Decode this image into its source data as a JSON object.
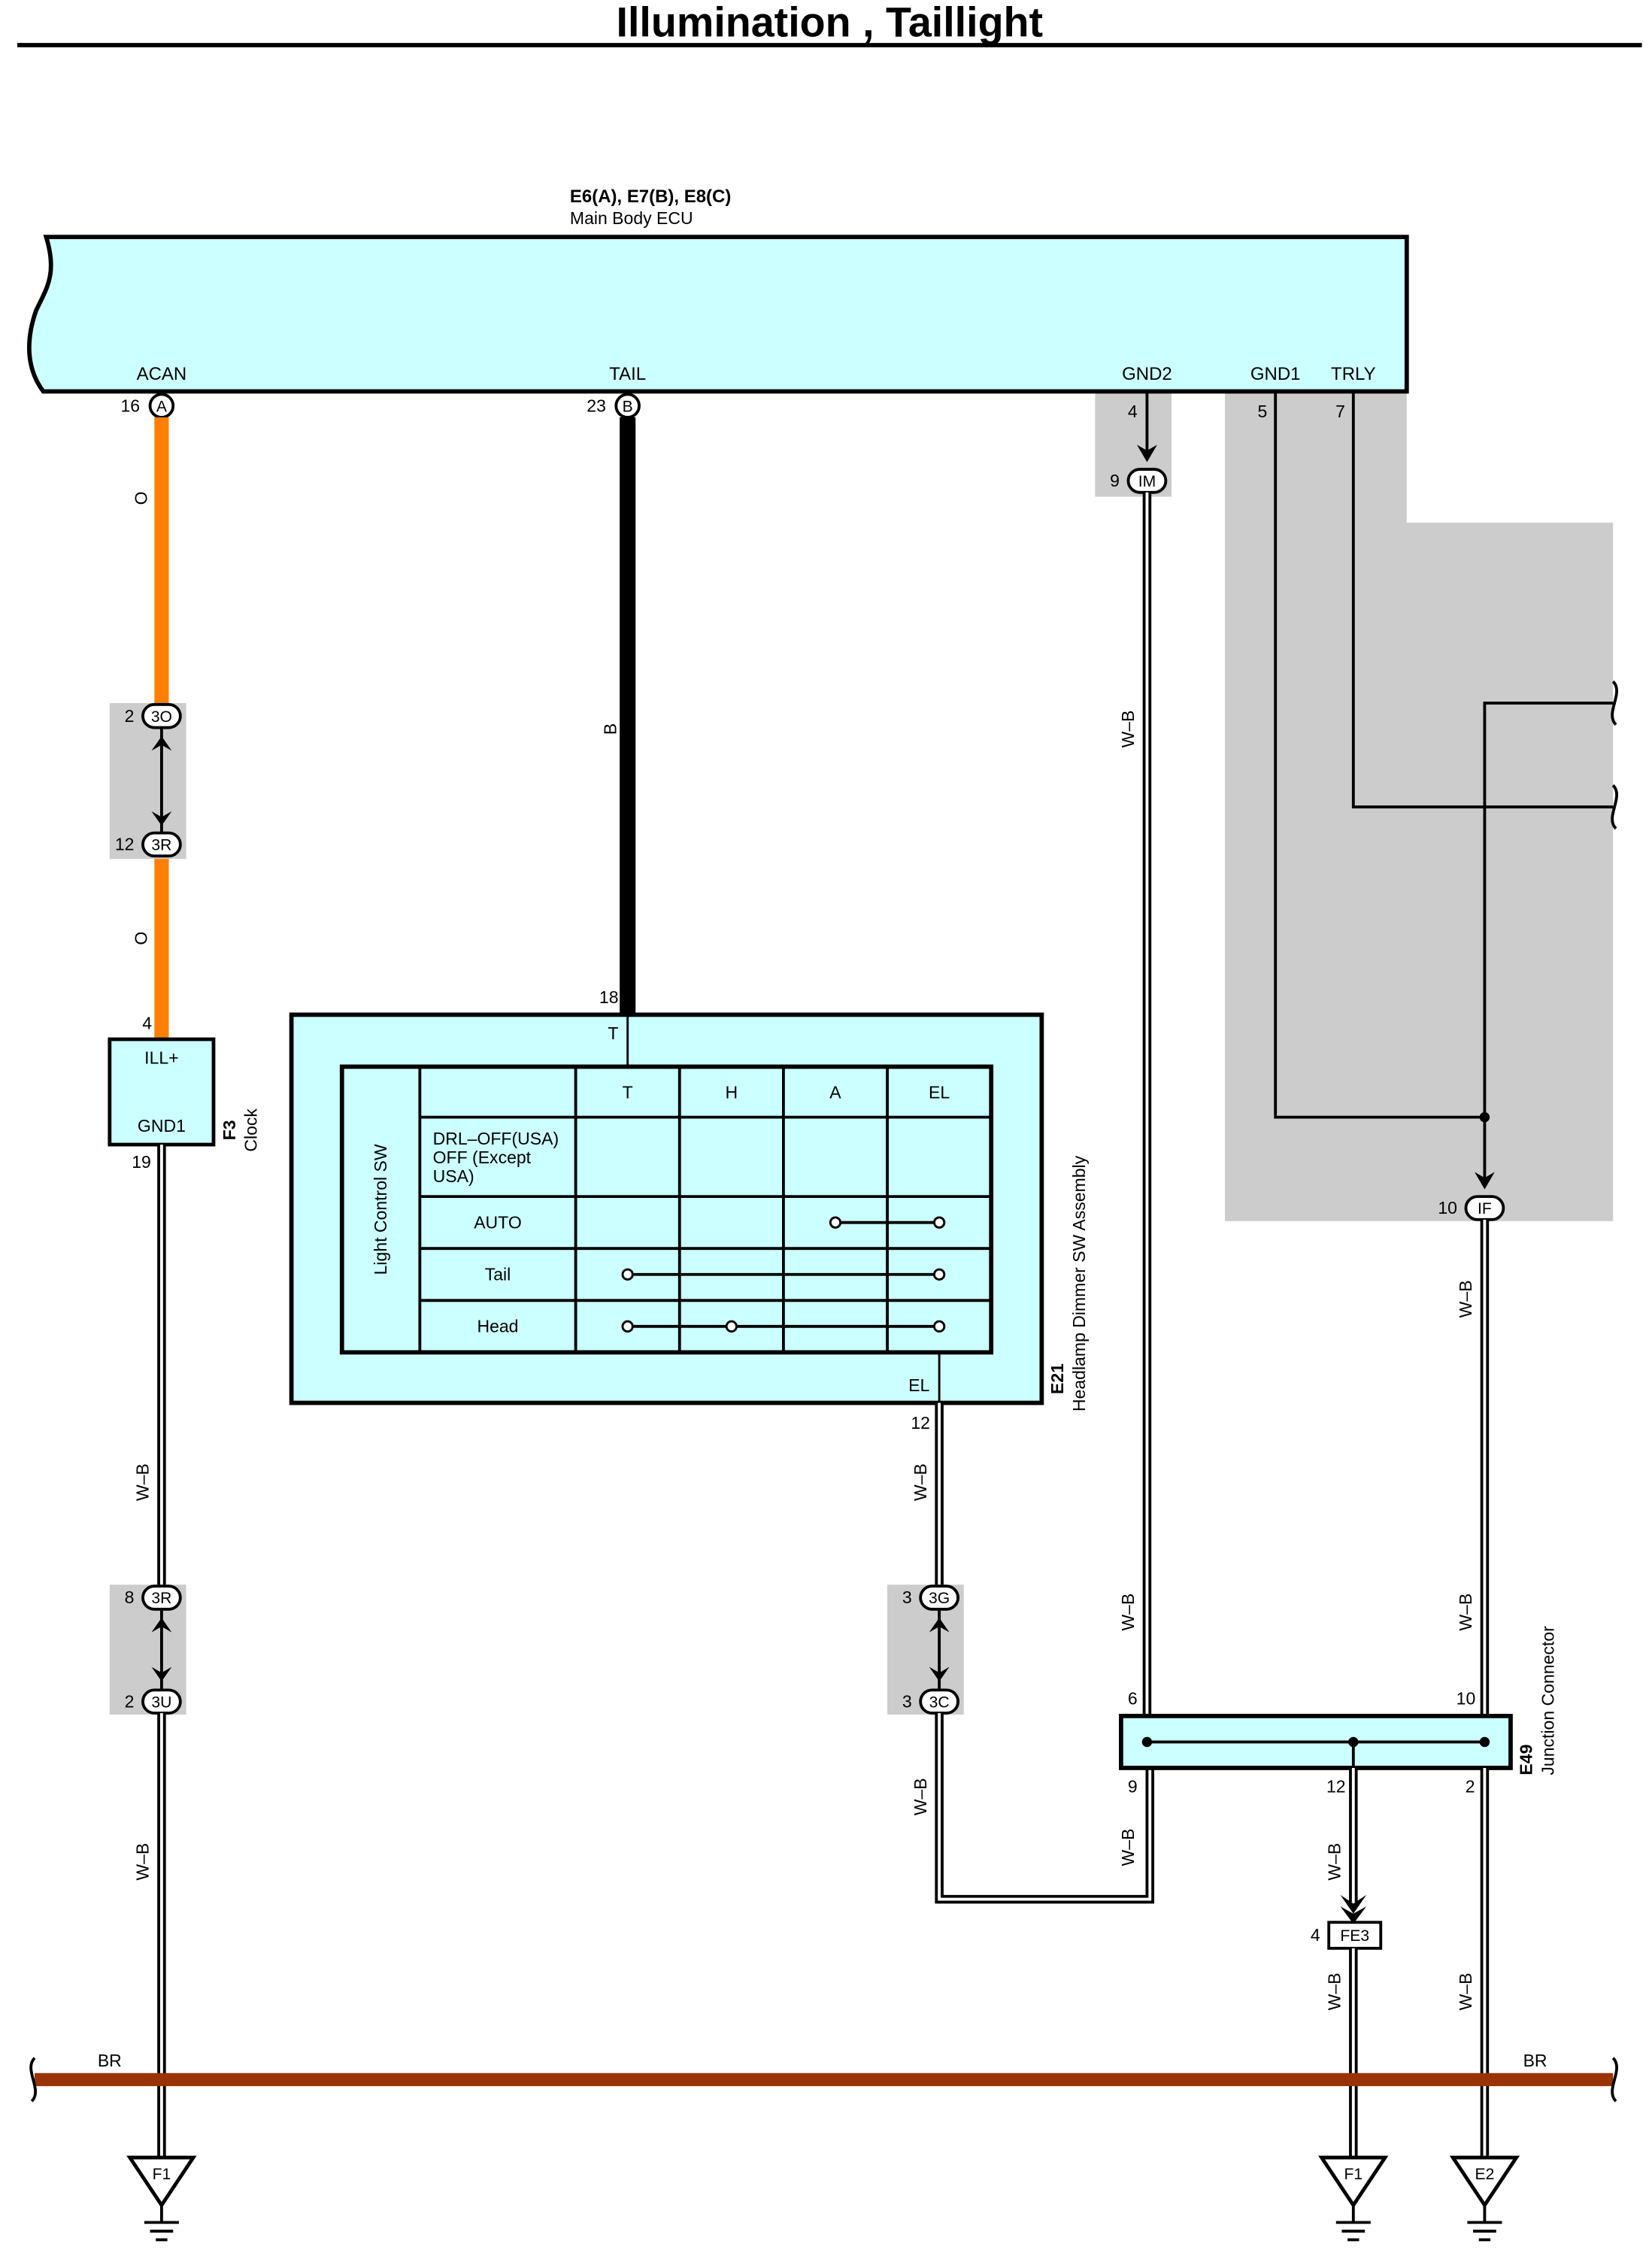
{
  "title": "Illumination , Taillight",
  "colors": {
    "component_fill": "#ccffff",
    "shade": "#cccccc",
    "orange_wire": "#ff8000",
    "black_wire": "#000000",
    "brown_bus": "#993300"
  },
  "ecu": {
    "connectors": "E6(A), E7(B), E8(C)",
    "name": "Main Body ECU",
    "terminals": {
      "acan": "ACAN",
      "tail": "TAIL",
      "gnd2": "GND2",
      "gnd1": "GND1",
      "trly": "TRLY"
    },
    "pins": {
      "acan": "16",
      "tail": "23",
      "gnd2": "4",
      "gnd1": "5",
      "trly": "7"
    },
    "conn_letters": {
      "acan": "A",
      "tail": "B"
    }
  },
  "clock": {
    "code": "F3",
    "name": "Clock",
    "terminals": {
      "ill": "ILL+",
      "gnd": "GND1"
    },
    "pins": {
      "ill": "4",
      "gnd": "19"
    }
  },
  "switch": {
    "code": "E21",
    "name": "Headlamp Dimmer SW Assembly",
    "pin_t": "18",
    "term_t": "T",
    "term_el": "EL",
    "pin_el": "12",
    "table_title": "Light Control SW",
    "columns": [
      "T",
      "H",
      "A",
      "EL"
    ],
    "rows": [
      "DRL–OFF(USA)\nOFF (Except\nUSA)",
      "AUTO",
      "Tail",
      "Head"
    ]
  },
  "junction": {
    "code": "E49",
    "name": "Junction Connector",
    "pins": {
      "in_left": "6",
      "in_right": "10",
      "out_left": "9",
      "out_mid": "12",
      "out_right": "2"
    }
  },
  "connectors": [
    {
      "id": "3O",
      "pin": "2"
    },
    {
      "id": "3R",
      "pin": "12"
    },
    {
      "id": "3R",
      "pin": "8"
    },
    {
      "id": "3U",
      "pin": "2"
    },
    {
      "id": "3G",
      "pin": "3"
    },
    {
      "id": "3C",
      "pin": "3"
    },
    {
      "id": "IM",
      "pin": "9"
    },
    {
      "id": "IF",
      "pin": "10"
    },
    {
      "id": "FE3",
      "pin": "4"
    }
  ],
  "wire_colors": {
    "o": "O",
    "b": "B",
    "wb": "W–B",
    "br": "BR"
  },
  "grounds": [
    "F1",
    "F1",
    "E2"
  ]
}
